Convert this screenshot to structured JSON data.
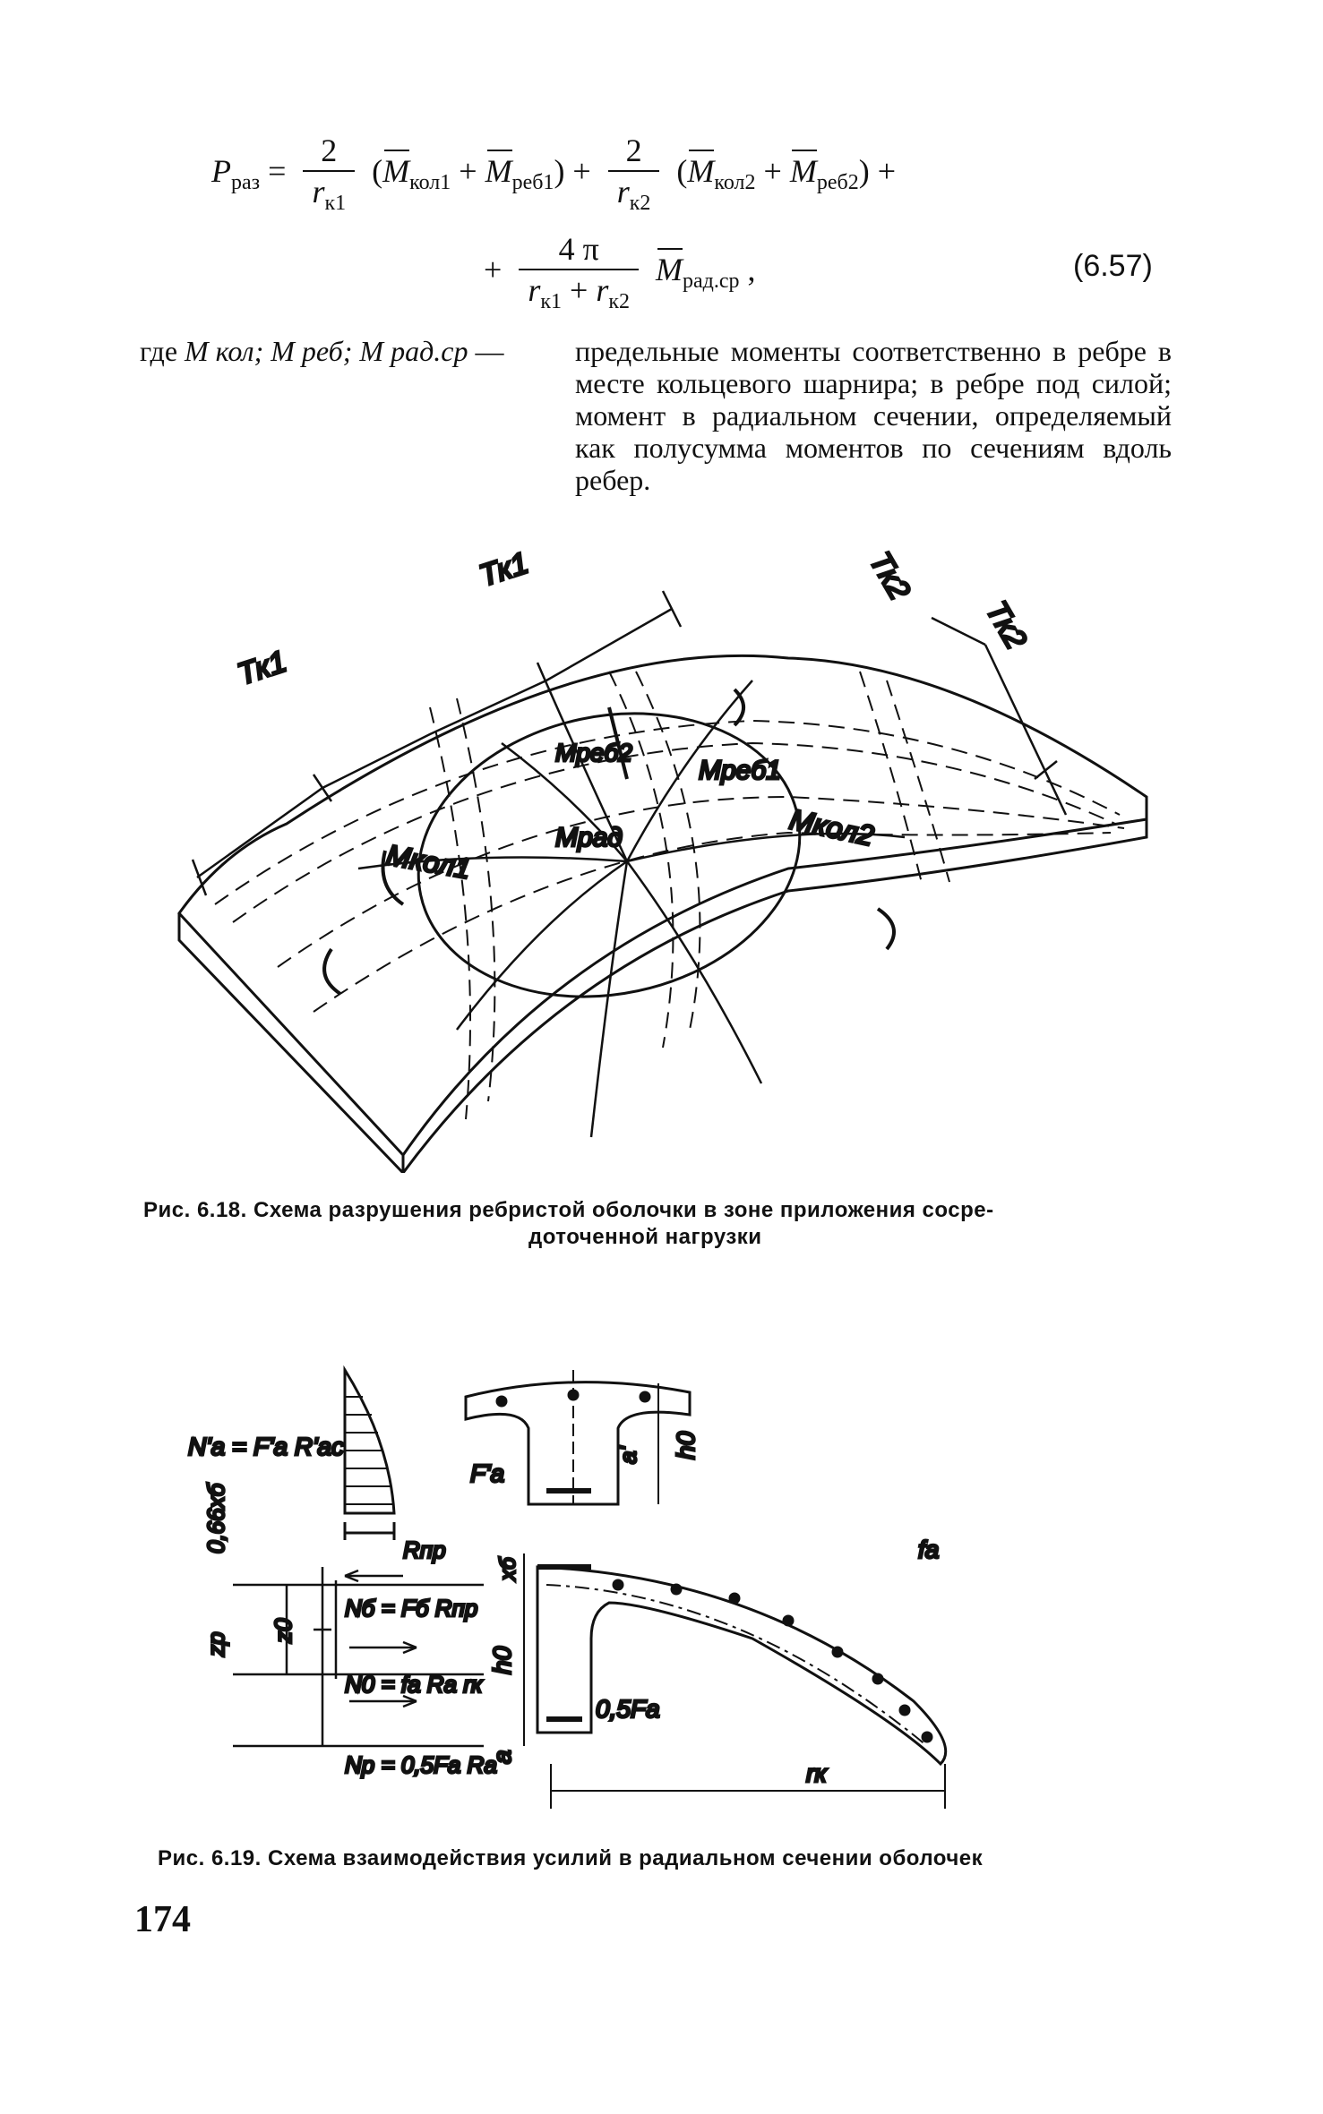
{
  "equation": {
    "lhs": "P",
    "lhs_sub": "раз",
    "two": "2",
    "r": "r",
    "r_sub1": "к1",
    "r_sub2": "к2",
    "m": "M",
    "kol1": "кол1",
    "reb1": "реб1",
    "kol2": "кол2",
    "reb2": "реб2",
    "four_pi": "4 π",
    "rad": "рад.ср",
    "number": "(6.57)"
  },
  "explanation": {
    "where": "где",
    "defined": "M кол; M реб; M рад.ср",
    "dash": "—",
    "text": "предельные моменты соответственно в ребре в месте кольцевого шарнира; в ребре под силой; момент в радиальном сечении, определяемый как полусумма моментов по сечениям вдоль ребер."
  },
  "figure_6_18": {
    "labels": {
      "tk1_a": "Тк1",
      "tk1_b": "Тк1",
      "tk2_a": "Тк2",
      "tk2_b": "Тк2",
      "m_reb2": "Mреб2",
      "m_reb1": "Mреб1",
      "m_kol1": "Mкол1",
      "m_kol2": "Mкол2",
      "m_rad": "Mрад"
    },
    "caption_line1": "Рис. 6.18. Схема разрушения ребристой оболочки в зоне приложения сосре-",
    "caption_line2": "доточенной нагрузки"
  },
  "figure_6_19": {
    "labels": {
      "na_prime": "N'a = F'a R'ac",
      "r_pr": "Rпр",
      "x066": "0,66xб",
      "zp": "zp",
      "z0": "z0",
      "nb": "Nб = Fб Rпр",
      "n0": "N0 = fa Ra rк",
      "np": "Np = 0,5Fa Ra",
      "fa_prime": "F'a",
      "a_prime": "a'",
      "h0_top": "h0",
      "xb": "xб",
      "h0_mid": "h0",
      "a_low": "a",
      "fa": "fa",
      "half_fa": "0,5Fa",
      "rk": "rк"
    },
    "caption": "Рис. 6.19. Схема взаимодействия усилий в радиальном сечении оболочек"
  },
  "page_number": "174"
}
